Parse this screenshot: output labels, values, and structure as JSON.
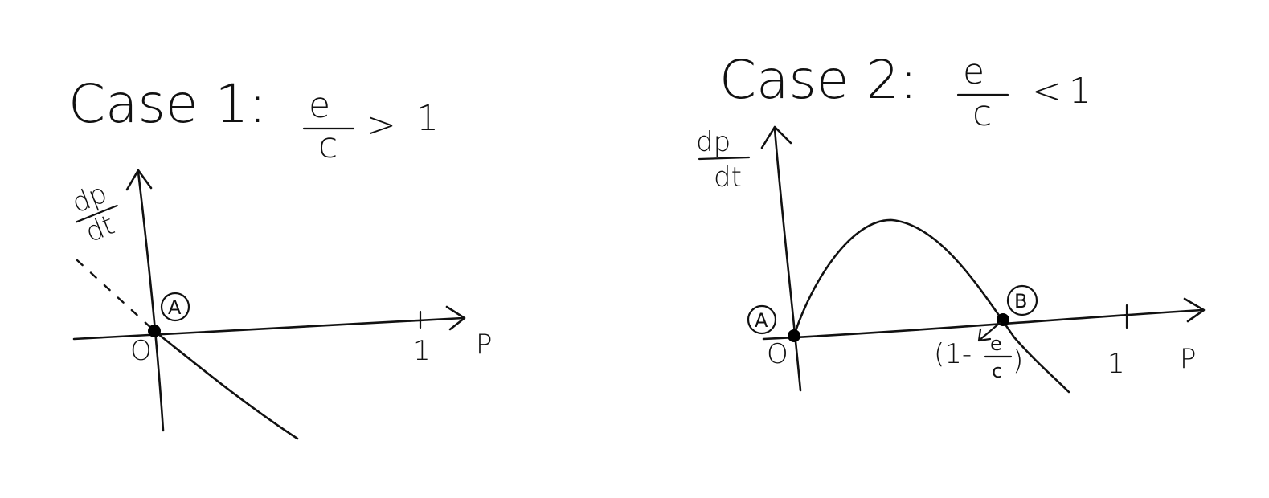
{
  "case1": {
    "title": "Case 1:",
    "cond_num": "e",
    "cond_den": "c",
    "cond_rel": ">",
    "cond_rhs": "1",
    "y_label_num": "dp",
    "y_label_den": "dt",
    "x_label": "P",
    "origin": "O",
    "tick": "1",
    "point": "A"
  },
  "case2": {
    "title": "Case 2:",
    "cond_num": "e",
    "cond_den": "c",
    "cond_rel": "<",
    "cond_rhs": "1",
    "y_label_num": "dp",
    "y_label_den": "dt",
    "x_label": "P",
    "origin": "O",
    "tick": "1",
    "point_a": "A",
    "point_b": "B",
    "root_open": "(1-",
    "root_num": "e",
    "root_den": "c",
    "root_close": ")"
  }
}
